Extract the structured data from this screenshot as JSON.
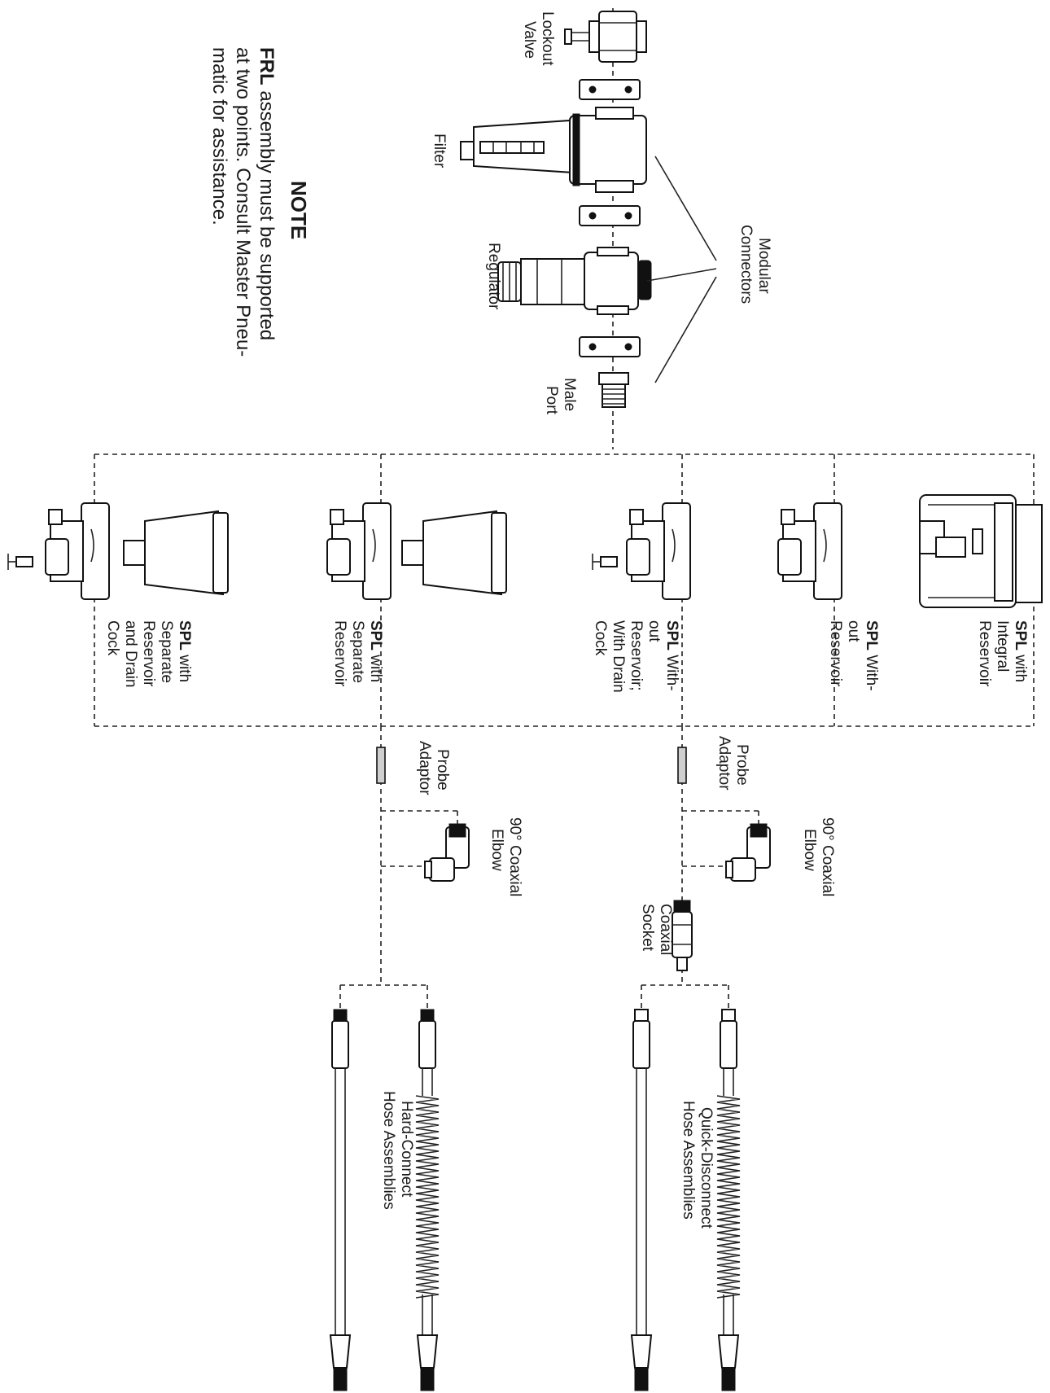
{
  "note": {
    "title": "NOTE",
    "line1_bold": "FRL",
    "line1_rest": " assembly must be supported",
    "line2": "at two points. Consult Master Pneu-",
    "line3": "matic for assistance."
  },
  "frl": {
    "lockout_valve": [
      "Lockout",
      "Valve"
    ],
    "filter": "Filter",
    "regulator": "Regulator",
    "male_port": [
      "Male",
      "Port"
    ],
    "modular_connectors": [
      "Modular",
      "Connectors"
    ]
  },
  "spl_options": [
    {
      "bold": "SPL",
      "lines": [
        " with",
        "Integral",
        "Reservoir"
      ]
    },
    {
      "bold": "SPL",
      "lines": [
        " With-",
        "out",
        "Reservoir"
      ]
    },
    {
      "bold": "SPL",
      "lines": [
        " With-",
        "out",
        "Reservoir;",
        "With Drain",
        "Cock"
      ]
    },
    {
      "bold": "SPL",
      "lines": [
        " with",
        "Separate",
        "Reservoir"
      ]
    },
    {
      "bold": "SPL",
      "lines": [
        " with",
        "Separate",
        "Reservoir",
        "and Drain",
        "Cock"
      ]
    }
  ],
  "fittings": {
    "probe_adaptor": [
      "Probe",
      "Adaptor"
    ],
    "coaxial_elbow": [
      "90° Coaxial",
      "Elbow"
    ],
    "coaxial_socket": [
      "Coaxial",
      "Socket"
    ]
  },
  "hoses": {
    "quick_disconnect": [
      "Quick-Disconnect",
      "Hose Assemblies"
    ],
    "hard_connect": [
      "Hard-Connect",
      "Hose Assemblies"
    ]
  }
}
